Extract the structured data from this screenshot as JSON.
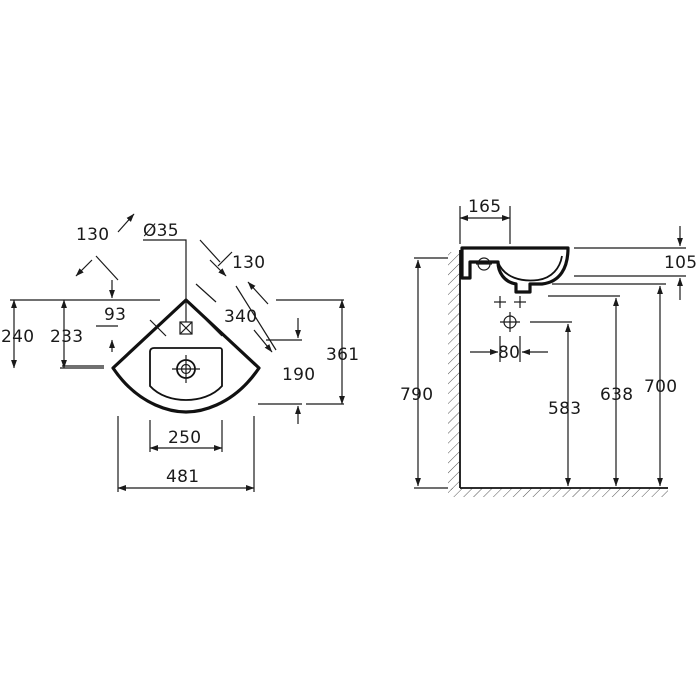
{
  "plan_view": {
    "labels": {
      "w130_top": "130",
      "dia35": "Ø35",
      "w130_right": "130",
      "w93": "93",
      "w340": "340",
      "h240": "240",
      "h233": "233",
      "h361": "361",
      "h190": "190",
      "w250": "250",
      "w481": "481"
    }
  },
  "side_view": {
    "labels": {
      "w165": "165",
      "h105": "105",
      "w80": "80",
      "h790": "790",
      "h583": "583",
      "h638": "638",
      "h700": "700"
    }
  }
}
